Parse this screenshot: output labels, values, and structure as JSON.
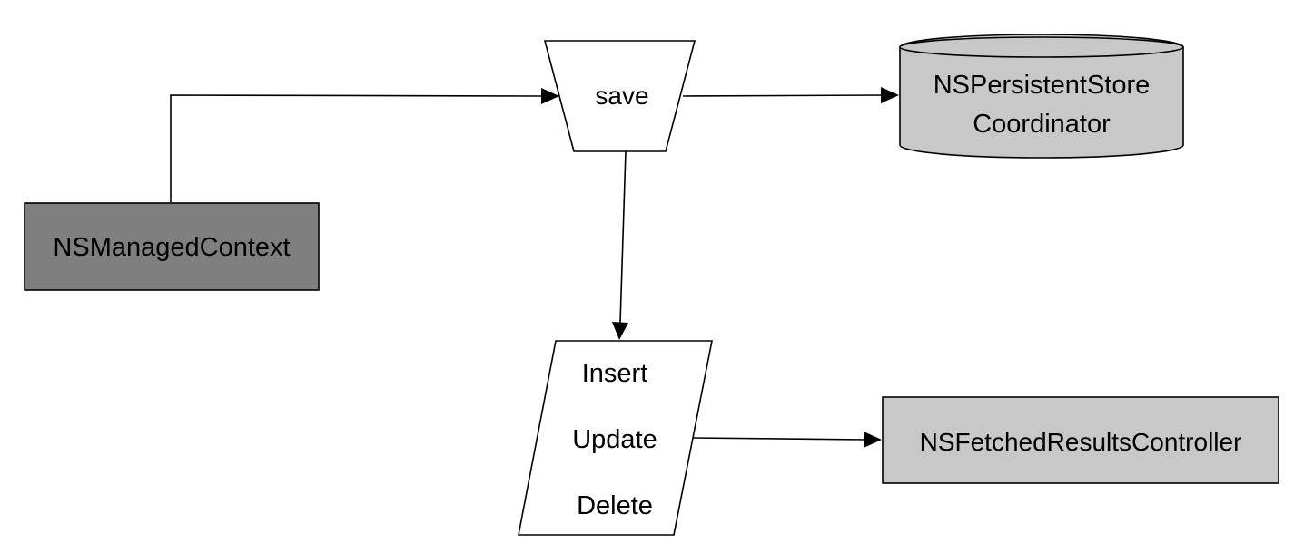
{
  "nodes": {
    "managed_context": {
      "label": "NSManagedContext",
      "fill": "#7f7f7f"
    },
    "save": {
      "label": "save",
      "fill": "#ffffff"
    },
    "store_coordinator": {
      "label_line1": "NSPersistentStore",
      "label_line2": "Coordinator",
      "fill": "#c8c8c8"
    },
    "changes": {
      "line1": "Insert",
      "line2": "Update",
      "line3": "Delete",
      "fill": "#ffffff"
    },
    "fetched_results_controller": {
      "label": "NSFetchedResultsController",
      "fill": "#c8c8c8"
    }
  },
  "colors": {
    "line": "#000000",
    "background": "#ffffff"
  }
}
